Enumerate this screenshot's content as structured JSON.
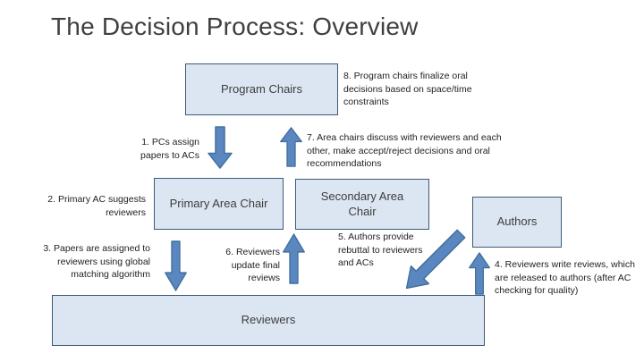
{
  "title": "The Decision Process: Overview",
  "boxes": {
    "program_chairs": "Program Chairs",
    "primary_area_chair": "Primary Area Chair",
    "secondary_area_chair": "Secondary Area Chair",
    "authors": "Authors",
    "reviewers": "Reviewers"
  },
  "steps": {
    "s1": "1. PCs assign papers to ACs",
    "s2": "2. Primary AC suggests reviewers",
    "s3": "3. Papers are assigned to reviewers using global matching algorithm",
    "s4": "4. Reviewers write reviews, which are released to authors (after AC checking for quality)",
    "s5": "5. Authors provide rebuttal to reviewers and ACs",
    "s6": "6. Reviewers update final reviews",
    "s7": "7. Area chairs discuss with reviewers and each other, make accept/reject decisions and oral recommendations",
    "s8": "8. Program chairs finalize oral decisions based on space/time constraints"
  },
  "arrows": {
    "pc_to_primary_ac": {
      "direction": "down",
      "from": "program_chairs",
      "to": "primary_area_chair"
    },
    "ac_to_pc": {
      "direction": "up",
      "from": "secondary_area_chair",
      "to": "program_chairs"
    },
    "primary_ac_to_reviewers": {
      "direction": "down",
      "from": "primary_area_chair",
      "to": "reviewers"
    },
    "reviewers_to_ac": {
      "direction": "up",
      "from": "reviewers",
      "to": "secondary_area_chair"
    },
    "authors_to_reviewers": {
      "direction": "down-left",
      "from": "authors",
      "to": "reviewers"
    },
    "reviewers_to_authors": {
      "direction": "up",
      "from": "reviewers",
      "to": "authors"
    }
  },
  "colors": {
    "box_fill": "#dce6f2",
    "box_border": "#3c5a78",
    "arrow_fill": "#5b87c1",
    "arrow_stroke": "#41719c",
    "title_color": "#3f3f3f"
  }
}
